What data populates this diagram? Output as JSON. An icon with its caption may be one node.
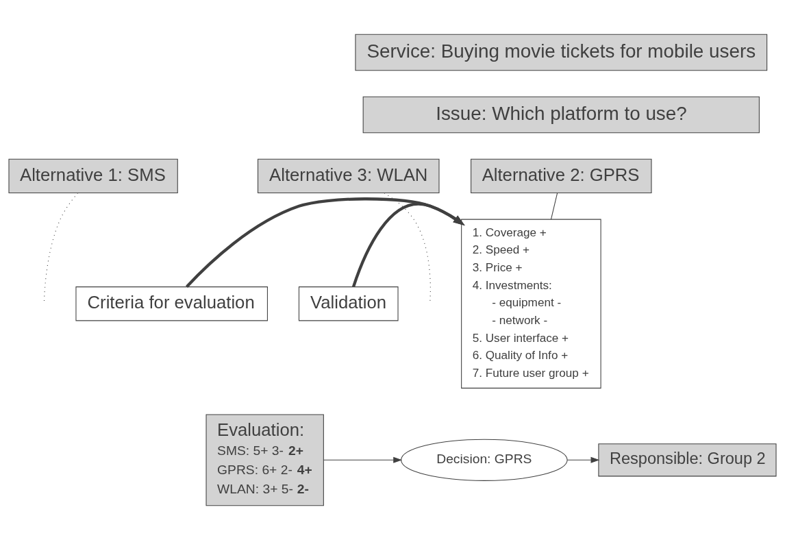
{
  "diagram": {
    "nodes": [
      {
        "text": [
          "Service: Buying movie tickets for mobile users"
        ]
      },
      {
        "text": [
          "Issue: Which platform to use?"
        ]
      },
      {
        "text": [
          "Alternative 1: SMS"
        ]
      },
      {
        "text": [
          "Alternative 2: GPRS"
        ]
      },
      {
        "text": [
          "Alternative 3: WLAN"
        ]
      },
      {
        "text": [
          "Criteria for evaluation"
        ]
      },
      {
        "text": [
          "1. Coverage +",
          "2. Speed +",
          "3. Price +",
          "4. Investments:",
          "- equipment -",
          "- network -",
          "5. User interface +",
          "6. Quality of Info +",
          "7. Future user group +"
        ]
      },
      {
        "text": [
          "Validation"
        ]
      },
      {
        "text": [
          "Evaluation:",
          "SMS: 5+ 3- **2+**",
          "GPRS: 6+ 2- **4+**",
          "WLAN: 3+ 5- **2-**"
        ]
      },
      {
        "text": [
          "Decision: GPRS"
        ]
      },
      {
        "text": [
          "Responsible: Group 2"
        ]
      }
    ],
    "edges": [
      {
        "from": 2,
        "to": null,
        "arrow": "none",
        "style": "dashed"
      },
      {
        "from": 3,
        "to": 6,
        "arrow": "none"
      },
      {
        "from": 4,
        "to": null,
        "arrow": "none",
        "style": "dashed"
      },
      {
        "from": 5,
        "to": 6,
        "arrow": "to",
        "style": "thick"
      },
      {
        "from": 7,
        "to": 6,
        "arrow": "to",
        "style": "thick"
      },
      {
        "from": 8,
        "to": 9,
        "arrow": "to"
      },
      {
        "from": 9,
        "to": 10,
        "arrow": "to"
      }
    ]
  }
}
